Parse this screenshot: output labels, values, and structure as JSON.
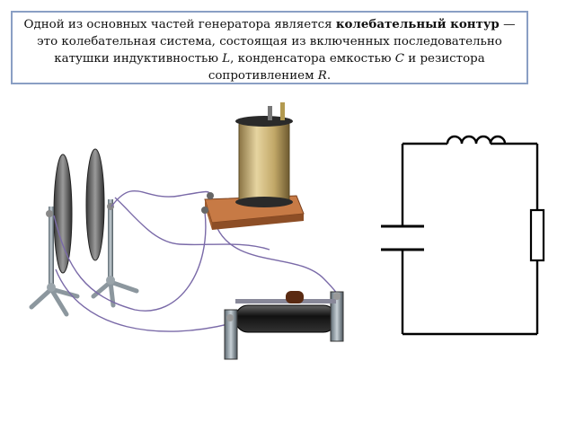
{
  "caption": {
    "part1": "Одной из основных частей генератора является ",
    "bold_term": "колебательный контур",
    "part2": " — это колебательная система, состоящая из включенных последовательно катушки индуктивностью ",
    "symbol_L": "L",
    "part3": ", конденсатора емкостью ",
    "symbol_C": "C",
    "part4": " и резистора сопротивлением ",
    "symbol_R": "R",
    "part5": "."
  },
  "colors": {
    "border": "#8a9fc4",
    "coil_winding": "#c9b27a",
    "base_wood": "#b5683a",
    "wire": "#7a6aa8",
    "circuit": "#000000"
  },
  "icons": [
    "coil-on-base",
    "capacitor-discs",
    "rheostat",
    "circuit-schematic"
  ]
}
